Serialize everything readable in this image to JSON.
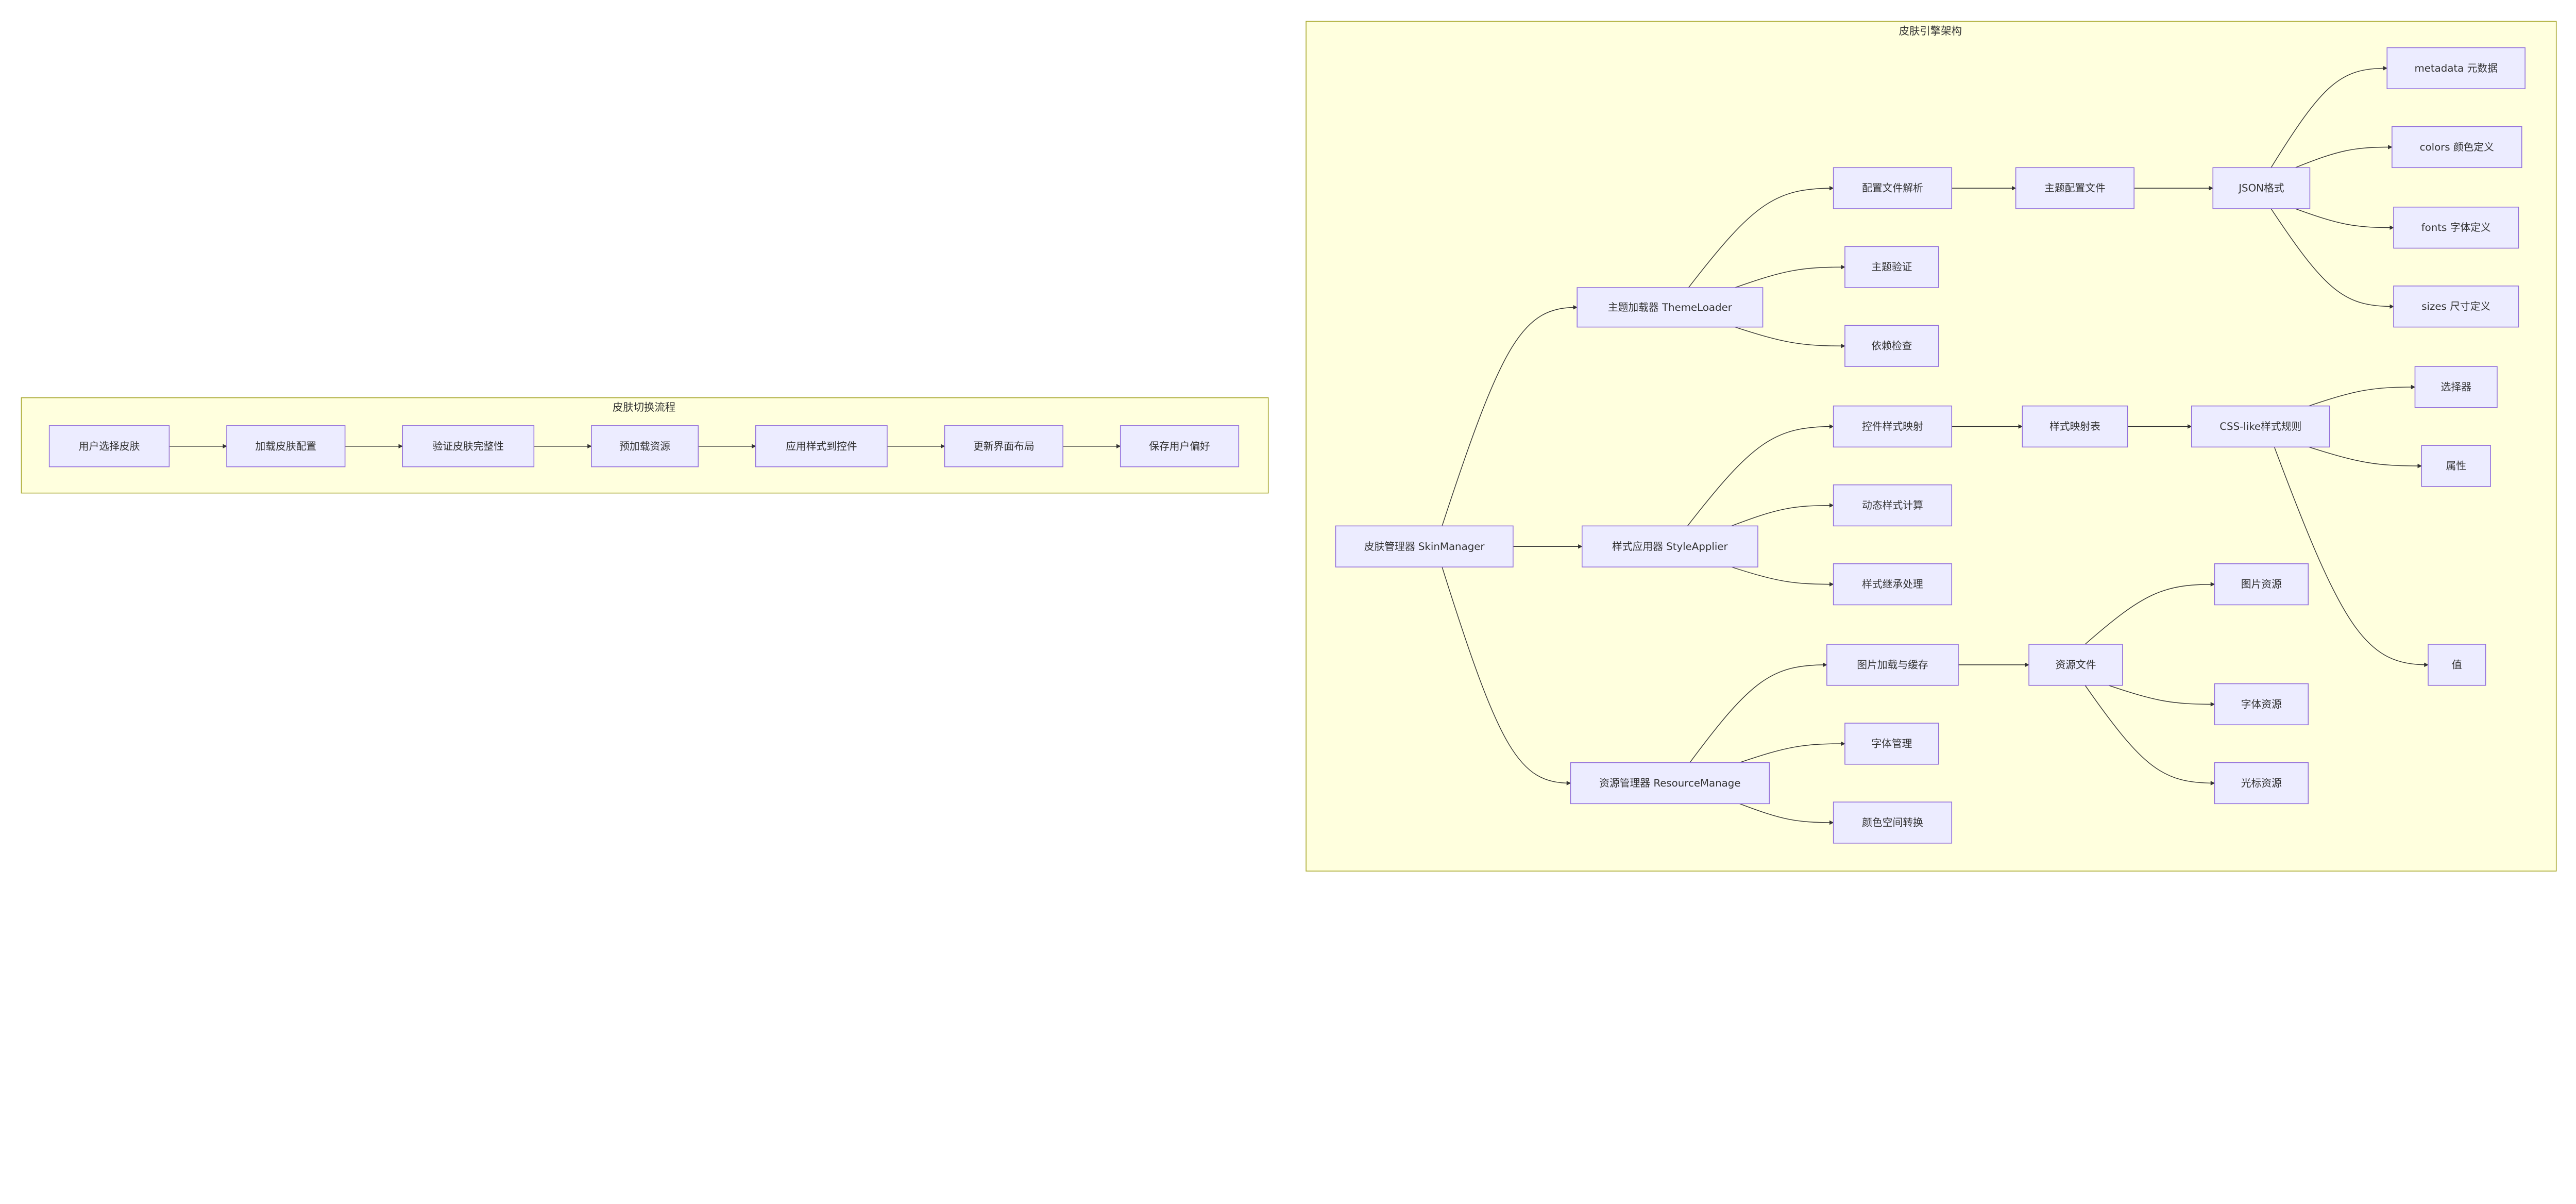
{
  "clusters": [
    {
      "id": "flow",
      "title": "皮肤切换流程"
    },
    {
      "id": "arch",
      "title": "皮肤引擎架构"
    }
  ],
  "nodes": {
    "f1": "用户选择皮肤",
    "f2": "加载皮肤配置",
    "f3": "验证皮肤完整性",
    "f4": "预加载资源",
    "f5": "应用样式到控件",
    "f6": "更新界面布局",
    "f7": "保存用户偏好",
    "sm": "皮肤管理器 SkinManager",
    "tl": "主题加载器 ThemeLoader",
    "sa": "样式应用器 StyleApplier",
    "rm": "资源管理器 ResourceManage",
    "cfg": "配置文件解析",
    "tv": "主题验证",
    "dep": "依赖检查",
    "csm": "控件样式映射",
    "dyn": "动态样式计算",
    "inh": "样式继承处理",
    "img": "图片加载与缓存",
    "fm": "字体管理",
    "cs": "颜色空间转换",
    "tcf": "主题配置文件",
    "smt": "样式映射表",
    "rf": "资源文件",
    "json": "JSON格式",
    "css": "CSS-like样式规则",
    "meta": "metadata 元数据",
    "col": "colors 颜色定义",
    "fon": "fonts 字体定义",
    "siz": "sizes 尺寸定义",
    "sel": "选择器",
    "attr": "属性",
    "val": "值",
    "ir": "图片资源",
    "fr": "字体资源",
    "cr": "光标资源"
  },
  "edges": [
    [
      "f1",
      "f2"
    ],
    [
      "f2",
      "f3"
    ],
    [
      "f3",
      "f4"
    ],
    [
      "f4",
      "f5"
    ],
    [
      "f5",
      "f6"
    ],
    [
      "f6",
      "f7"
    ],
    [
      "sm",
      "tl"
    ],
    [
      "sm",
      "sa"
    ],
    [
      "sm",
      "rm"
    ],
    [
      "tl",
      "cfg"
    ],
    [
      "tl",
      "tv"
    ],
    [
      "tl",
      "dep"
    ],
    [
      "sa",
      "csm"
    ],
    [
      "sa",
      "dyn"
    ],
    [
      "sa",
      "inh"
    ],
    [
      "rm",
      "img"
    ],
    [
      "rm",
      "fm"
    ],
    [
      "rm",
      "cs"
    ],
    [
      "cfg",
      "tcf"
    ],
    [
      "tcf",
      "json"
    ],
    [
      "json",
      "meta"
    ],
    [
      "json",
      "col"
    ],
    [
      "json",
      "fon"
    ],
    [
      "json",
      "siz"
    ],
    [
      "csm",
      "smt"
    ],
    [
      "smt",
      "css"
    ],
    [
      "css",
      "sel"
    ],
    [
      "css",
      "attr"
    ],
    [
      "css",
      "val"
    ],
    [
      "img",
      "rf"
    ],
    [
      "rf",
      "ir"
    ],
    [
      "rf",
      "fr"
    ],
    [
      "rf",
      "cr"
    ]
  ],
  "colors": {
    "cluster_fill": "#ffffde",
    "cluster_border": "#aaaa33",
    "node_fill": "#ececff",
    "node_border": "#9370db",
    "edge": "#333333"
  }
}
